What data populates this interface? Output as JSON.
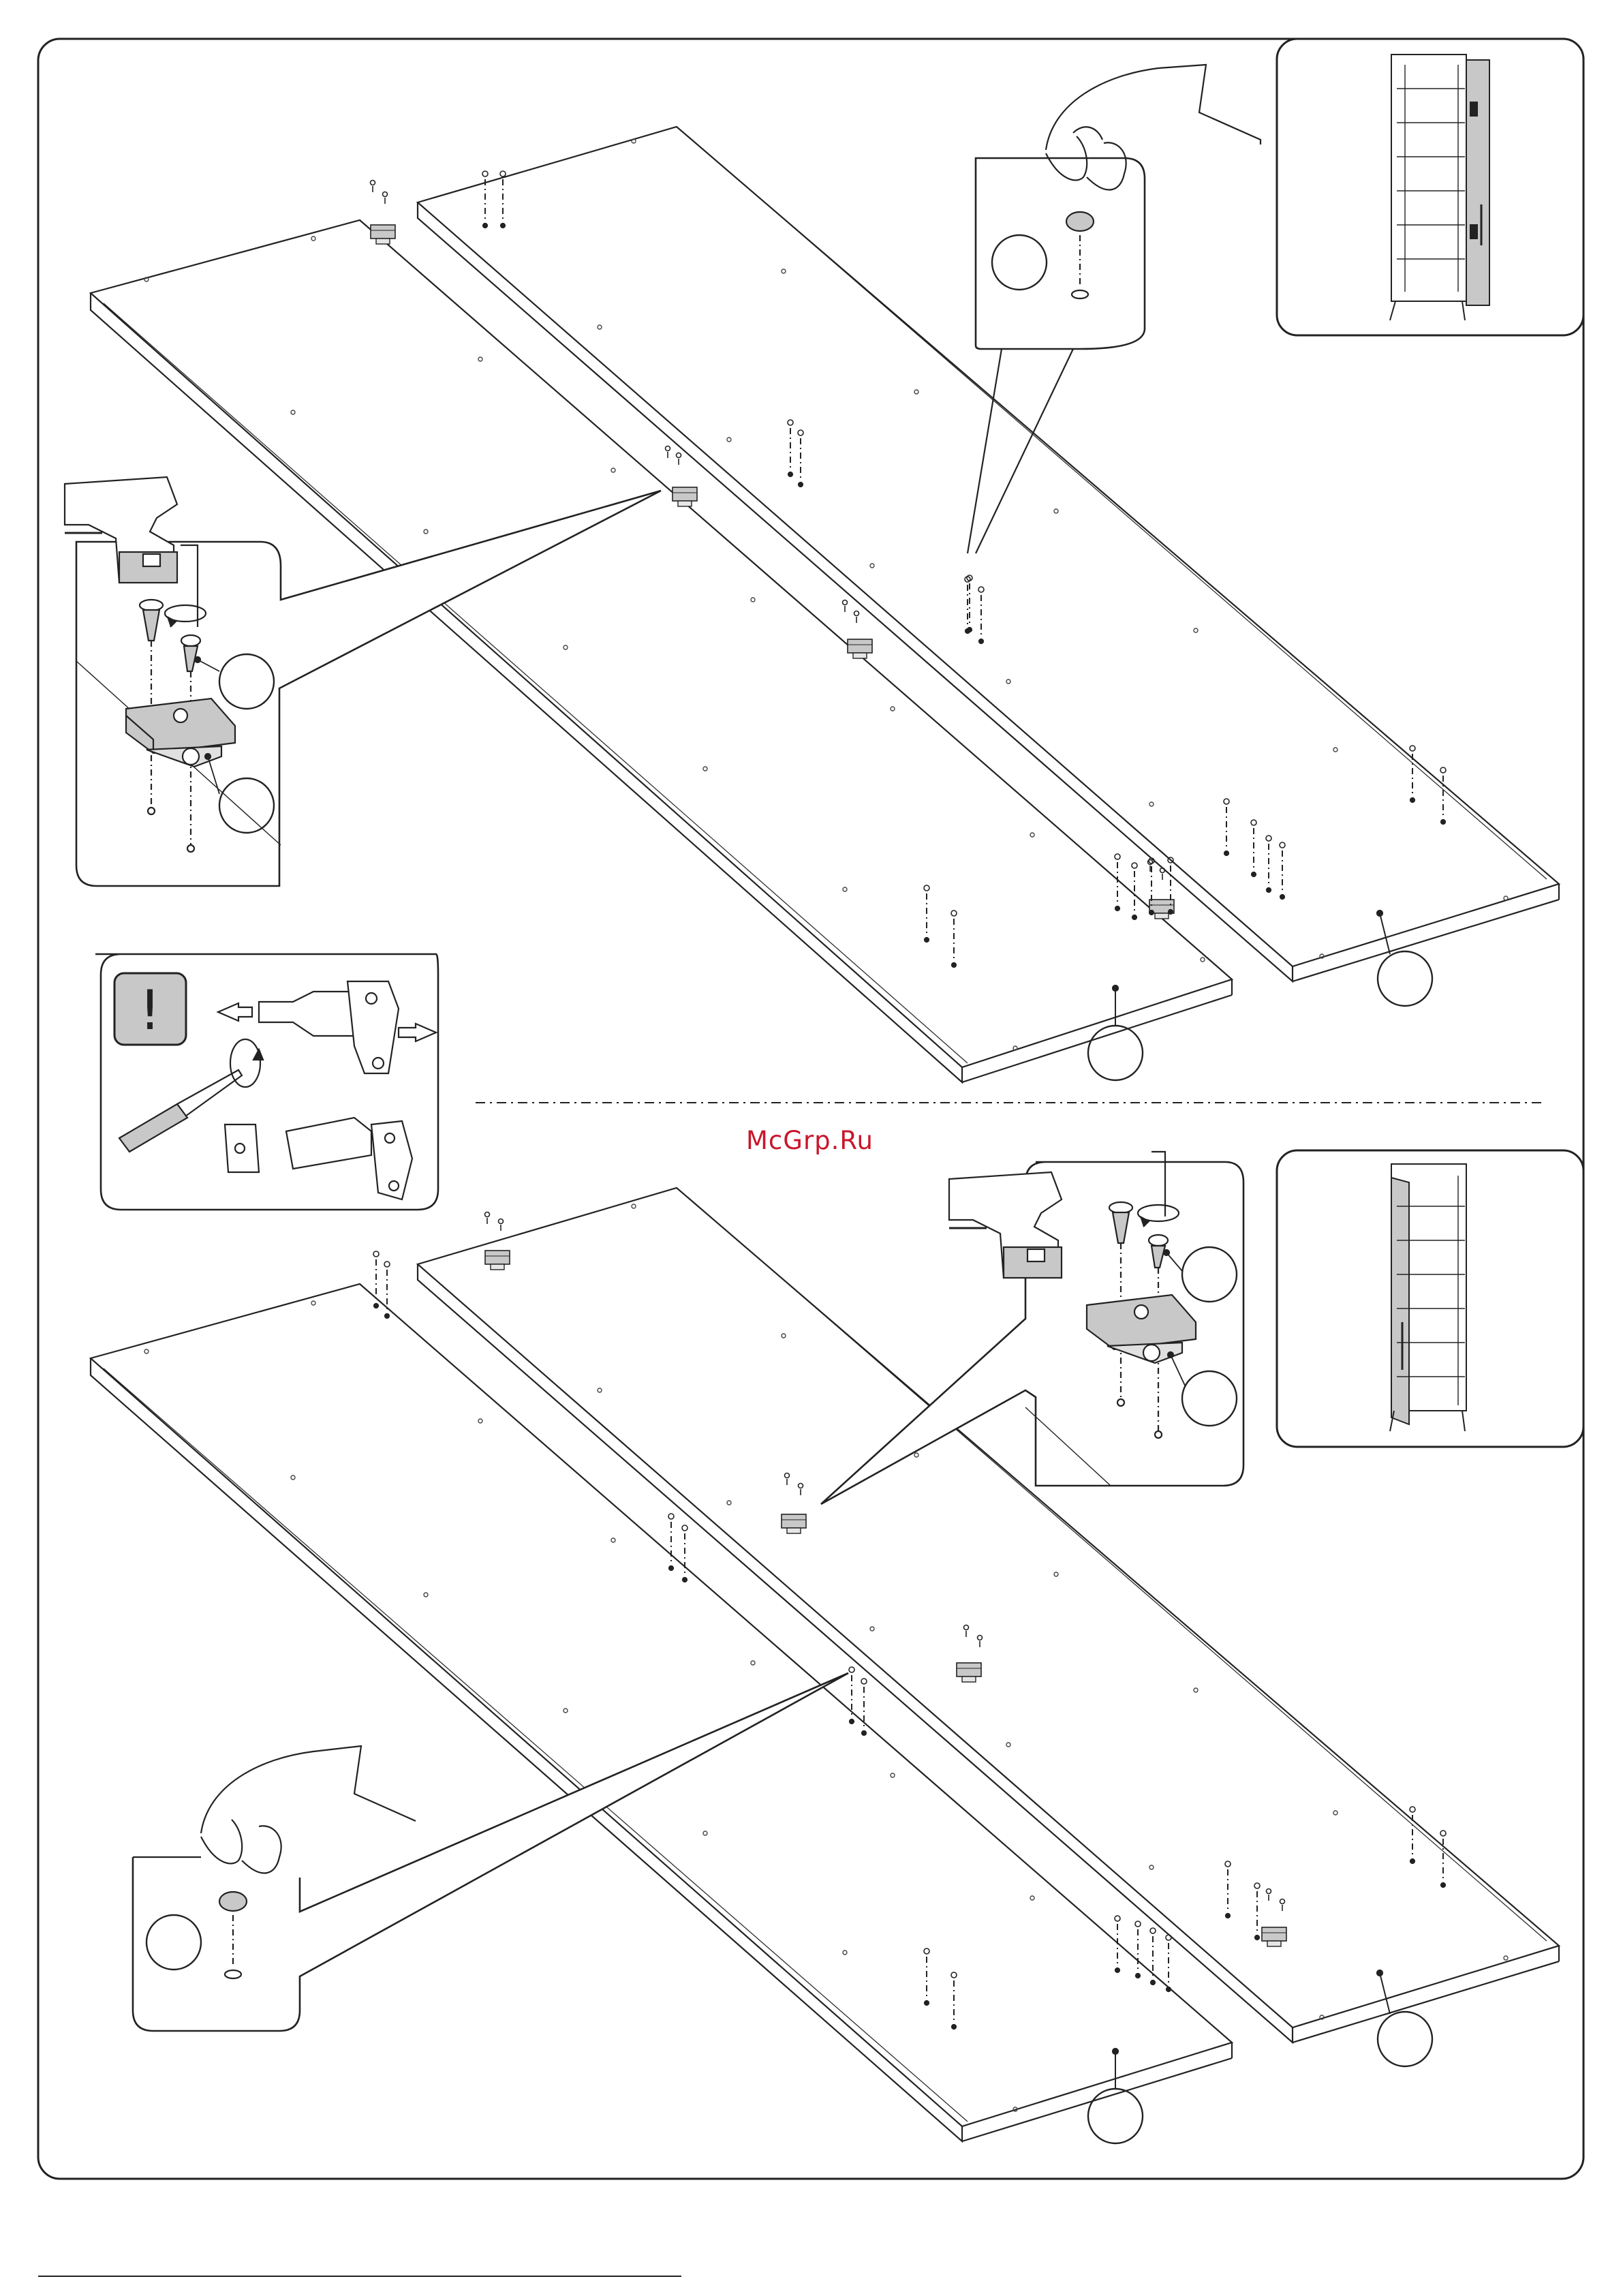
{
  "watermark": {
    "text": "McGrp.Ru",
    "color": "#c9162b"
  },
  "page": {
    "number": ""
  },
  "sections": [
    {
      "id": "door-left",
      "icons": [
        "panel",
        "hinge",
        "drill",
        "screwdriver",
        "hand-insert-cap"
      ]
    },
    {
      "id": "door-right",
      "icons": [
        "panel",
        "hinge",
        "drill",
        "screwdriver",
        "hand-insert-cap"
      ]
    }
  ],
  "notice": {
    "icon": "exclamation-icon",
    "symbol": "!"
  },
  "colors": {
    "line": "#1a1a1a",
    "fill_part": "#c8c8c8",
    "frame": "#222222"
  }
}
